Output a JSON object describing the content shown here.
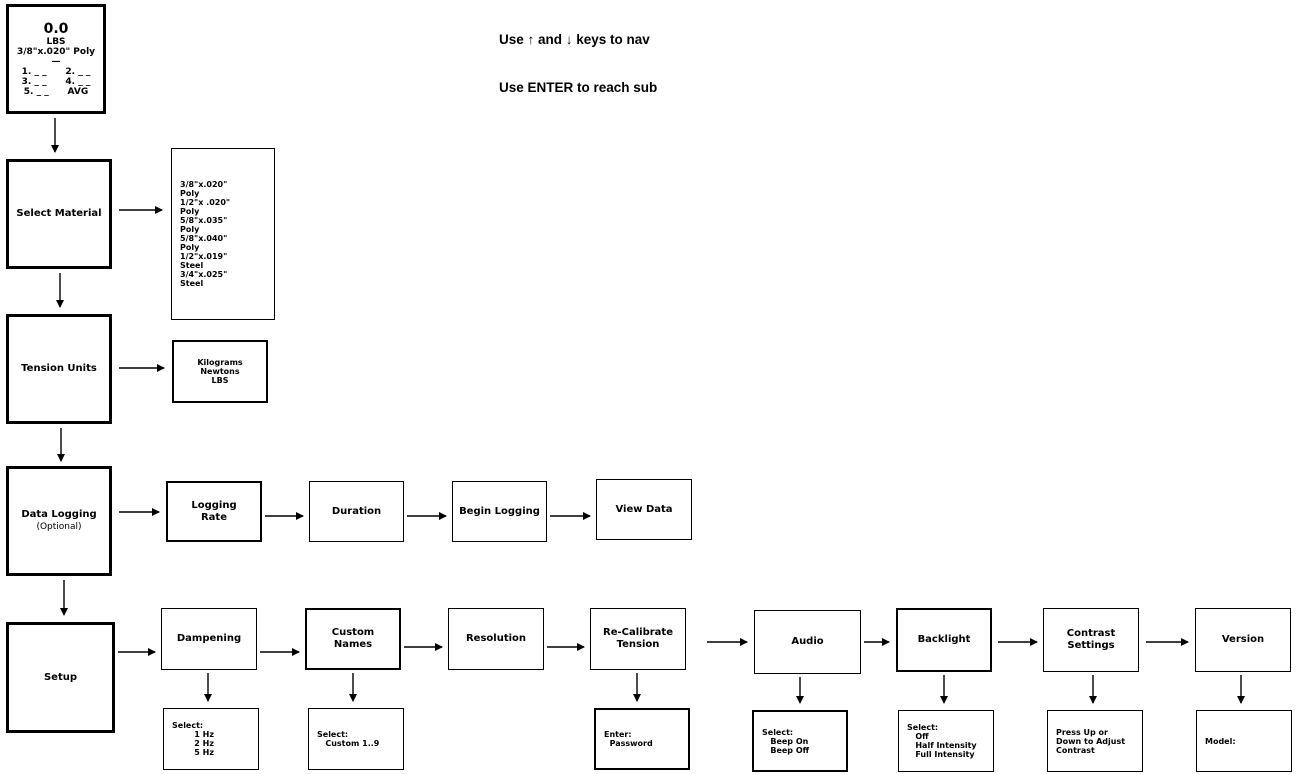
{
  "display_screen": {
    "reading": "0.0",
    "unit": "LBS",
    "material": "3/8\"x.020\" Poly",
    "separator": "—",
    "row1": "1. _ _      2. _ _",
    "row2": "3. _ _      4. _ _",
    "row3": "5. _ _      AVG"
  },
  "instructions": {
    "line1": "Use ↑ and ↓ keys to nav",
    "line2": "Use ENTER to reach sub"
  },
  "main_menu": {
    "select_material": "Select Material",
    "tension_units": "Tension Units",
    "data_logging": "Data Logging",
    "data_logging_sub": "(Optional)",
    "setup": "Setup"
  },
  "material_options": [
    "3/8\"x.020\"",
    "Poly",
    "1/2\"x .020\"",
    "Poly",
    "5/8\"x.035\"",
    "Poly",
    "5/8\"x.040\"",
    "Poly",
    "1/2\"x.019\"",
    "Steel",
    "3/4\"x.025\"",
    "Steel"
  ],
  "unit_options": [
    "Kilograms",
    "Newtons",
    "LBS"
  ],
  "logging": {
    "rate": "Logging Rate",
    "duration": "Duration",
    "begin": "Begin Logging",
    "view": "View Data"
  },
  "setup_items": {
    "dampening": "Dampening",
    "custom_names": "Custom Names",
    "resolution": "Resolution",
    "recalibrate": "Re-Calibrate Tension",
    "audio": "Audio",
    "backlight": "Backlight",
    "contrast": "Contrast Settings",
    "version": "Version"
  },
  "setup_details": {
    "dampening": [
      "Select:",
      "        1 Hz",
      "        2 Hz",
      "        5 Hz"
    ],
    "custom_names": [
      "Select:",
      "   Custom 1..9"
    ],
    "recalibrate": [
      "Enter:",
      "  Password"
    ],
    "audio": [
      "Select:",
      "   Beep On",
      "   Beep Off"
    ],
    "backlight": [
      "Select:",
      "   Off",
      "   Half Intensity",
      "   Full Intensity"
    ],
    "contrast": [
      "Press Up or",
      "Down to Adjust",
      "Contrast"
    ],
    "version": [
      "Model:"
    ]
  }
}
